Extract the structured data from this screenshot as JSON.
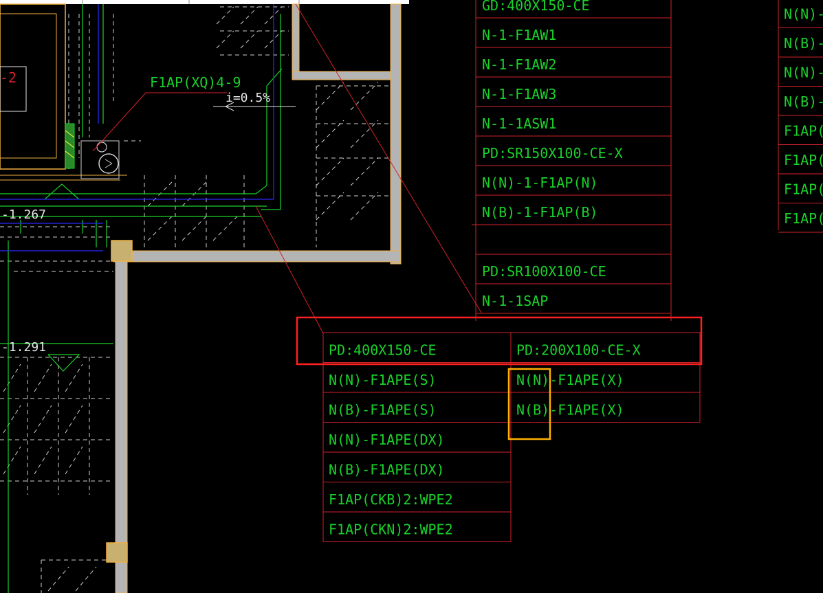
{
  "colors": {
    "background": "#000000",
    "green_text": "#19d22a",
    "red_line": "#d2222a",
    "wall_gray": "#b4b4b4",
    "wall_edge": "#f0b040",
    "selection_red": "#ff2020",
    "selection_orange": "#ffb000",
    "blue_line": "#2a2aff",
    "white_text": "#e6e6e6"
  },
  "drawing": {
    "annotation_label": "F1AP(XQ)4-9",
    "slope_label": "i=0.5%",
    "elevation_1": "-1.267",
    "elevation_2": "-1.291",
    "left_tag": "-2"
  },
  "table_top_right": {
    "rows": [
      "GD:400X150-CE",
      "N-1-F1AW1",
      "N-1-F1AW2",
      "N-1-F1AW3",
      "N-1-1ASW1",
      "PD:SR150X100-CE-X",
      "N(N)-1-F1AP(N)",
      "N(B)-1-F1AP(B)",
      "",
      "PD:SR100X100-CE",
      "N-1-1SAP"
    ]
  },
  "table_far_right": {
    "rows": [
      "N(N)-F",
      "N(B)-F",
      "N(N)-F",
      "N(B)-F",
      "F1AP(",
      "F1AP(",
      "F1AP(",
      "F1AP("
    ]
  },
  "table_bottom": {
    "left_column": [
      "PD:400X150-CE",
      "N(N)-F1APE(S)",
      "N(B)-F1APE(S)",
      "N(N)-F1APE(DX)",
      "N(B)-F1APE(DX)",
      "F1AP(CKB)2:WPE2",
      "F1AP(CKN)2:WPE2"
    ],
    "right_column": [
      "PD:200X100-CE-X",
      "N(N)-F1APE(X)",
      "N(B)-F1APE(X)"
    ]
  }
}
